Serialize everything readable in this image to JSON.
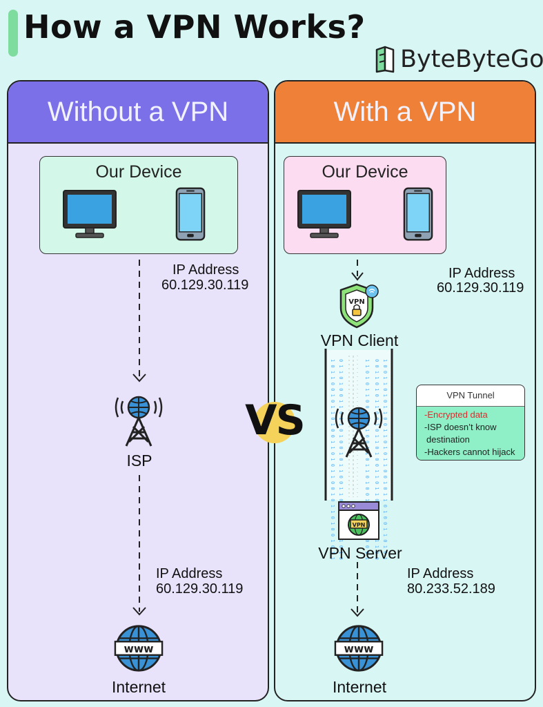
{
  "header": {
    "title": "How a VPN Works?",
    "brand": "ByteByteGo"
  },
  "left_panel": {
    "title": "Without a VPN",
    "device_box_label": "Our Device",
    "ip_top": {
      "label": "IP Address",
      "value": "60.129.30.119"
    },
    "isp_label": "ISP",
    "ip_bottom": {
      "label": "IP Address",
      "value": "60.129.30.119"
    },
    "internet_label": "Internet"
  },
  "right_panel": {
    "title": "With a VPN",
    "device_box_label": "Our Device",
    "ip_top": {
      "label": "IP Address",
      "value": "60.129.30.119"
    },
    "vpn_client_label": "VPN Client",
    "vpn_server_label": "VPN Server",
    "ip_bottom": {
      "label": "IP Address",
      "value": "80.233.52.189"
    },
    "internet_label": "Internet",
    "shield_text": "VPN",
    "server_text": "VPN"
  },
  "tunnel_box": {
    "title": "VPN Tunnel",
    "items": [
      "-Encrypted data",
      "-ISP doesn’t know",
      "destination",
      "-Hackers cannot hijack"
    ]
  },
  "vs_label": "VS",
  "icons": {
    "logo": "bytebytego-logo-icon",
    "monitor": "desktop-monitor-icon",
    "phone": "smartphone-icon",
    "tower": "radio-tower-icon",
    "globe": "www-globe-icon",
    "shield": "vpn-shield-icon",
    "server": "vpn-server-window-icon"
  },
  "colors": {
    "left_header": "#7b70e8",
    "right_header": "#ef8037",
    "left_bg": "#e8e2fb",
    "right_bg": "#d8f6f4",
    "accent_green": "#7ddc9e",
    "vs_yellow": "#f5d35a",
    "encrypted_red": "#e5262a"
  }
}
